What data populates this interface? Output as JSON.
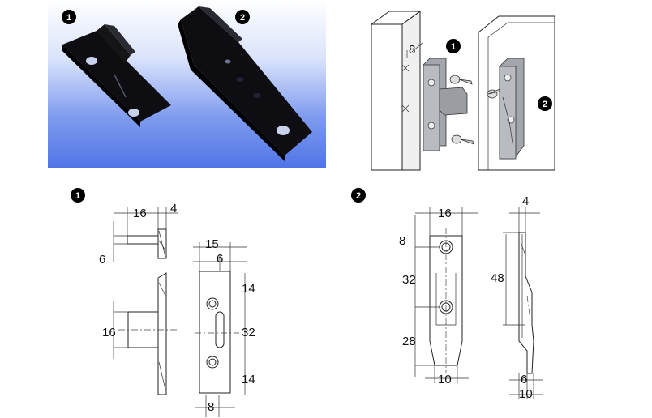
{
  "badges": {
    "photo_part1": "1",
    "photo_part2": "2",
    "install_part1": "1",
    "install_part2": "2",
    "drawing1": "1",
    "drawing2": "2"
  },
  "install": {
    "dim_8": "8"
  },
  "drawing1": {
    "side": {
      "dim_16": "16",
      "dim_4": "4",
      "dim_6": "6"
    },
    "profile": {
      "dim_16": "16"
    },
    "front": {
      "dim_15": "15",
      "dim_6": "6",
      "dim_14_top": "14",
      "dim_32": "32",
      "dim_14_bottom": "14",
      "dim_8": "8"
    }
  },
  "drawing2": {
    "front": {
      "dim_16": "16",
      "dim_8": "8",
      "dim_32": "32",
      "dim_28": "28",
      "dim_10": "10"
    },
    "side": {
      "dim_4": "4",
      "dim_48": "48",
      "dim_6": "6",
      "dim_10": "10"
    }
  },
  "colors": {
    "part_black": "#111111",
    "photo_bg_top": "#ffffff",
    "photo_bg_bottom": "#4f75e6",
    "hardware_grey": "#a3a7ab",
    "badge_fill": "#000000"
  }
}
